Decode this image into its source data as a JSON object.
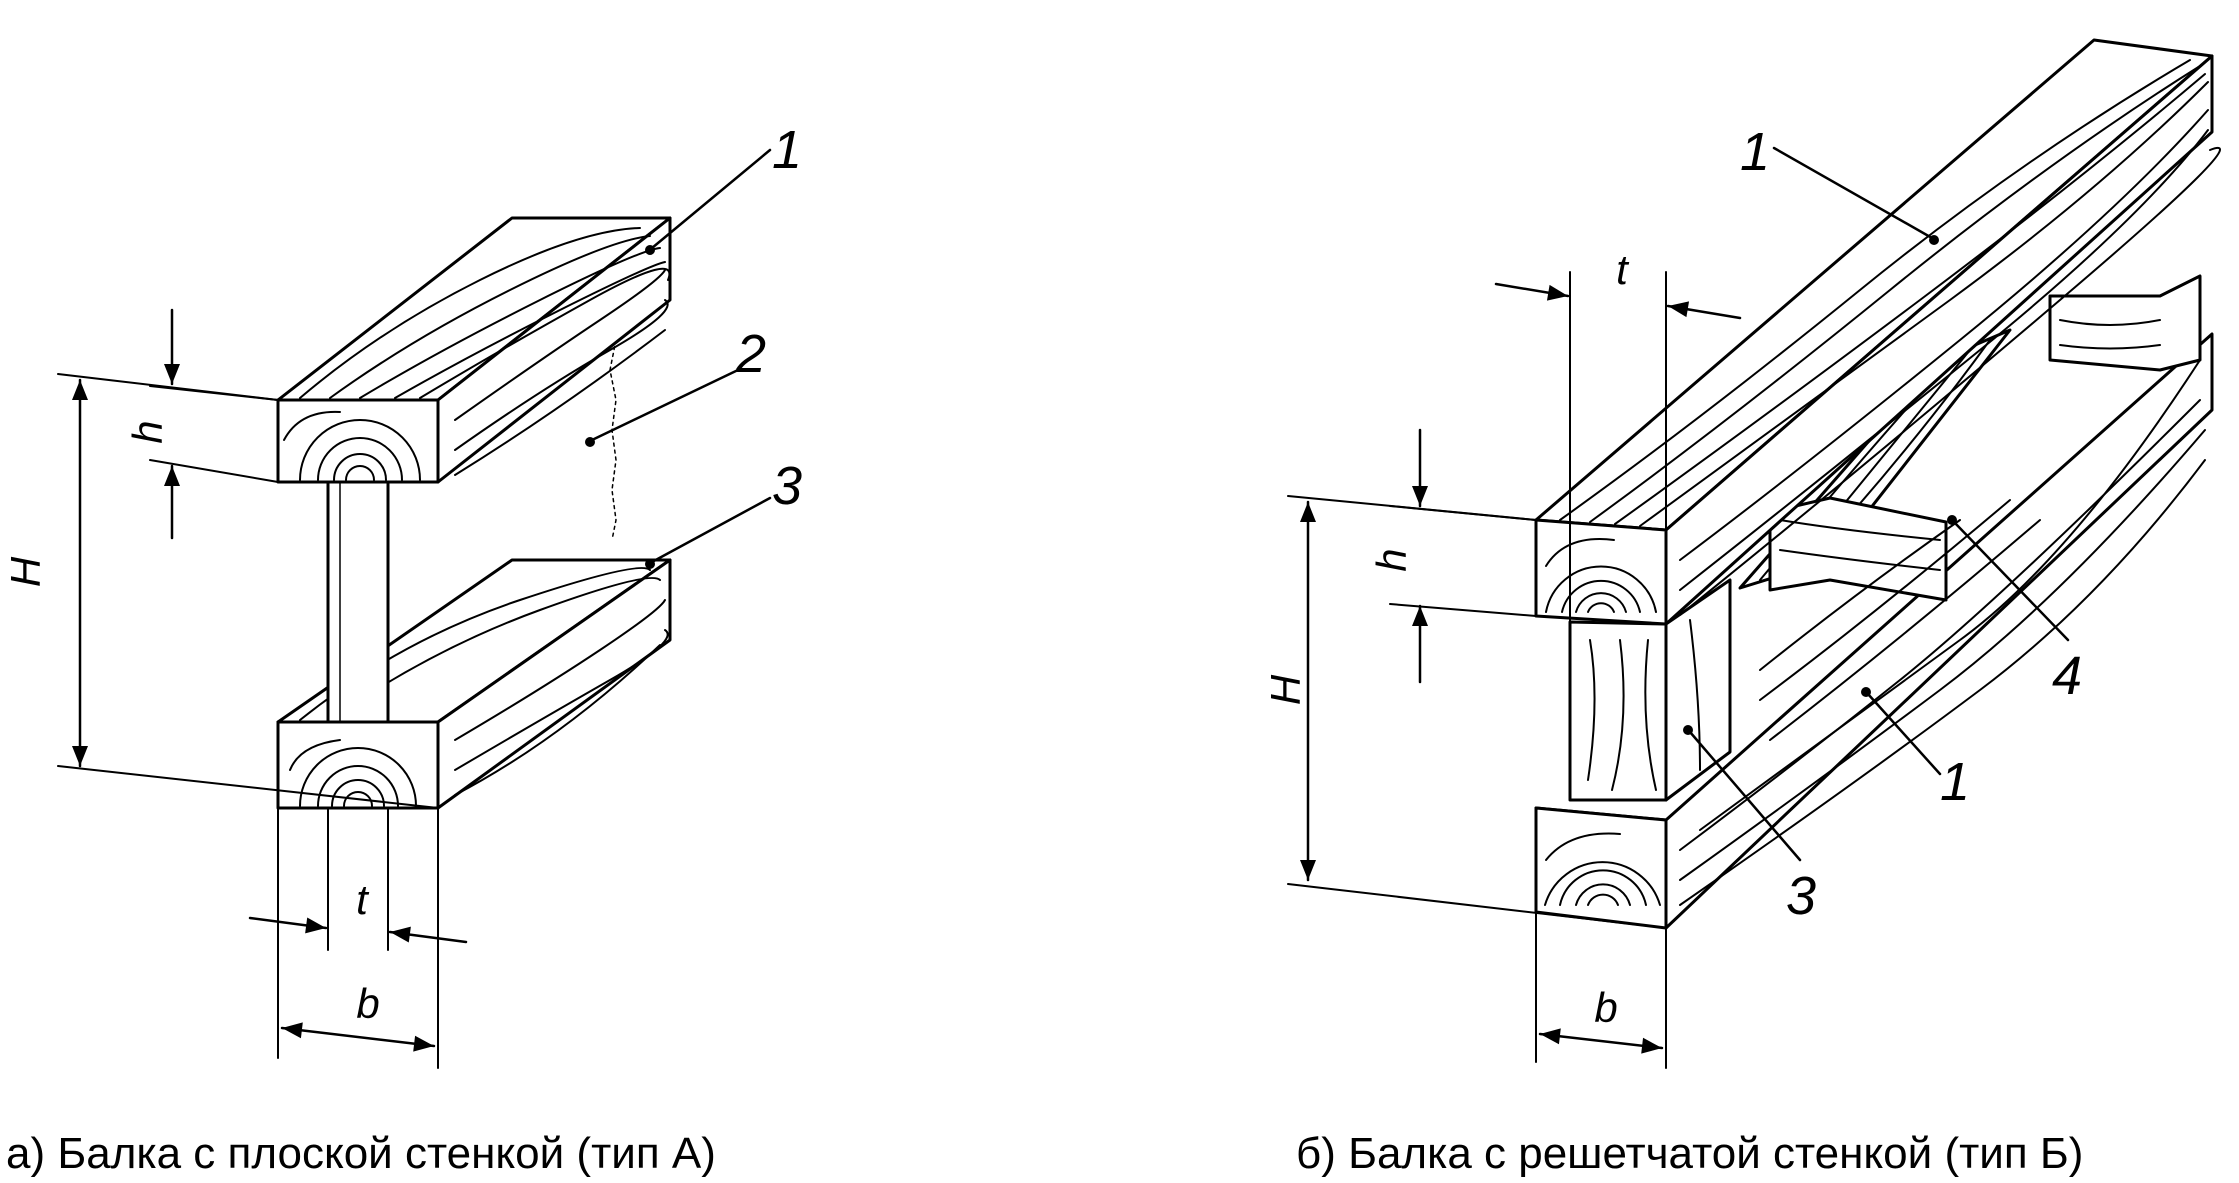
{
  "figure_a": {
    "caption": "а)  Балка с плоской стенкой (тип А)",
    "callouts": [
      "1",
      "2",
      "3"
    ],
    "dims": {
      "H": "H",
      "h": "h",
      "t": "t",
      "b": "b"
    }
  },
  "figure_b": {
    "caption": "б) Балка с решетчатой стенкой (тип Б)",
    "callouts": [
      "1",
      "1",
      "3",
      "4"
    ],
    "dims": {
      "H": "H",
      "h": "h",
      "t": "t",
      "b": "b"
    }
  },
  "colors": {
    "ink": "#000000",
    "paper": "#ffffff"
  }
}
